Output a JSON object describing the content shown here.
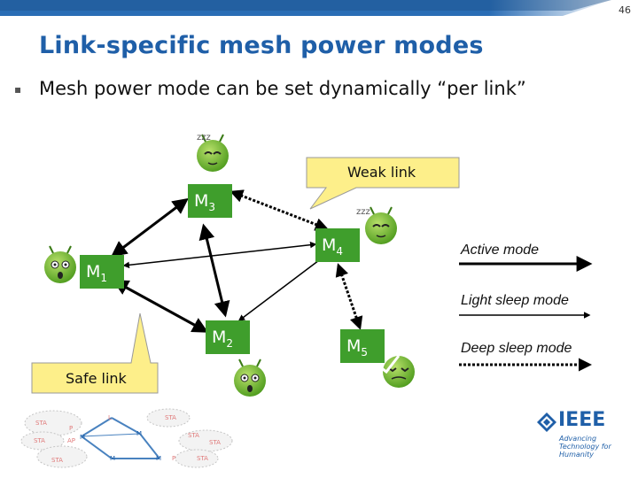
{
  "page_number": "46",
  "title": "Link-specific mesh power modes",
  "bullet": "Mesh power mode can be set dynamically “per link”",
  "nodes": {
    "m1": {
      "base": "M",
      "sub": "1"
    },
    "m2": {
      "base": "M",
      "sub": "2"
    },
    "m3": {
      "base": "M",
      "sub": "3"
    },
    "m4": {
      "base": "M",
      "sub": "4"
    },
    "m5": {
      "base": "M",
      "sub": "5"
    }
  },
  "callouts": {
    "weak": "Weak link",
    "safe": "Safe link"
  },
  "legend": {
    "active": "Active mode",
    "light": "Light sleep mode",
    "deep": "Deep sleep mode"
  },
  "logo": {
    "name": "IEEE",
    "tagline": "Advancing Technology for Humanity"
  },
  "mini_network": {
    "labels": [
      "STA",
      "P",
      "L",
      "STA",
      "STA",
      "AP",
      "M",
      "M",
      "STA",
      "STA",
      "M",
      "M",
      "P",
      "STA",
      "STA"
    ]
  },
  "colors": {
    "title": "#1f5fa8",
    "node_fill": "#3f9e2c",
    "callout_fill": "#fdef8a",
    "header_bar": "#1f5fa8"
  }
}
